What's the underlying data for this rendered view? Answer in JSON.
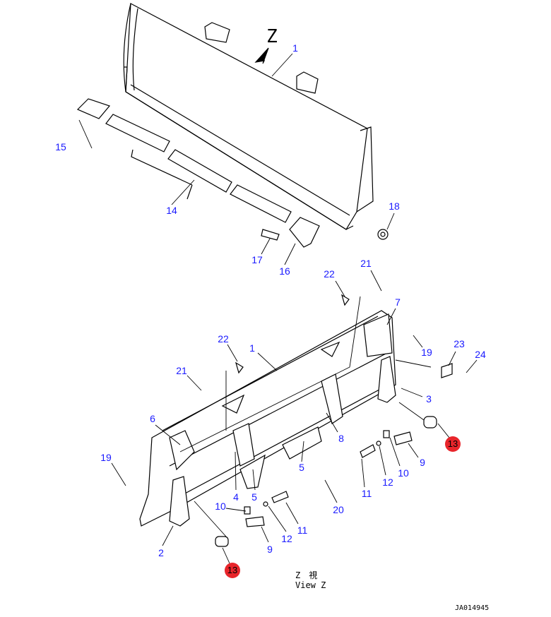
{
  "view_arrow_label": "Z",
  "caption": {
    "line1": "Z　視",
    "line2": "View Z"
  },
  "drawing_code": "JA014945",
  "colors": {
    "callout": "#1a1aff",
    "highlight": "#e8252b"
  },
  "callouts": [
    "1",
    "15",
    "14",
    "18",
    "17",
    "16",
    "22",
    "21",
    "7",
    "19",
    "23",
    "24",
    "22",
    "1",
    "21",
    "3",
    "6",
    "8",
    "9",
    "10",
    "12",
    "11",
    "5",
    "19",
    "4",
    "5",
    "20",
    "10",
    "11",
    "12",
    "9",
    "2"
  ],
  "highlighted_callouts": [
    "13",
    "13"
  ]
}
